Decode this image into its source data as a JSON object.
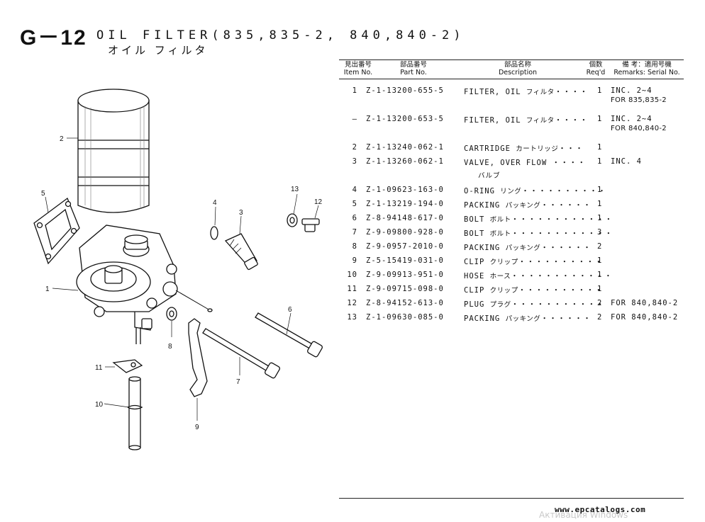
{
  "header": {
    "section_code": "G－12",
    "title_en": "OIL FILTER(835,835-2, 840,840-2)",
    "title_jp": "オイル フィルタ"
  },
  "table": {
    "columns": [
      {
        "jp": "見出番号",
        "en": "Item No."
      },
      {
        "jp": "部品番号",
        "en": "Part No."
      },
      {
        "jp": "部品名称",
        "en": "Description"
      },
      {
        "jp": "個数",
        "en": "Req'd"
      },
      {
        "jp": "備 考：適用号機",
        "en": "Remarks: Serial No."
      }
    ],
    "rows": [
      {
        "item": "1",
        "part": "Z-1-13200-655-5",
        "desc": "FILTER, OIL",
        "jp": "フィルタ",
        "dots": "・・・・",
        "qty": "1",
        "remark": "INC. 2~4",
        "remark2": "FOR 835,835-2"
      },
      {
        "item": "—",
        "part": "Z-1-13200-653-5",
        "desc": "FILTER, OIL",
        "jp": "フィルタ",
        "dots": "・・・・",
        "qty": "1",
        "remark": "INC. 2~4",
        "remark2": "FOR 840,840-2"
      },
      {
        "item": "2",
        "part": "Z-1-13240-062-1",
        "desc": "CARTRIDGE",
        "jp": "カートリッジ",
        "dots": "・・・",
        "qty": "1",
        "remark": "",
        "remark2": ""
      },
      {
        "item": "3",
        "part": "Z-1-13260-062-1",
        "desc": "VALVE, OVER FLOW",
        "jp": "",
        "dots": "・・・・",
        "qty": "1",
        "remark": "INC. 4",
        "remark2": "",
        "jp_below": "バルブ"
      },
      {
        "item": "4",
        "part": "Z-1-09623-163-0",
        "desc": "O-RING",
        "jp": "リング",
        "dots": "・・・・・・・・・・",
        "qty": "1",
        "remark": "",
        "remark2": ""
      },
      {
        "item": "5",
        "part": "Z-1-13219-194-0",
        "desc": "PACKING",
        "jp": "パッキング",
        "dots": "・・・・・・",
        "qty": "1",
        "remark": "",
        "remark2": ""
      },
      {
        "item": "6",
        "part": "Z-8-94148-617-0",
        "desc": "BOLT",
        "jp": "ボルト",
        "dots": "・・・・・・・・・・・・",
        "qty": "1",
        "remark": "",
        "remark2": ""
      },
      {
        "item": "7",
        "part": "Z-9-09800-928-0",
        "desc": "BOLT",
        "jp": "ボルト",
        "dots": "・・・・・・・・・・・・",
        "qty": "3",
        "remark": "",
        "remark2": ""
      },
      {
        "item": "8",
        "part": "Z-9-0957-2010-0",
        "desc": "PACKING",
        "jp": "パッキング",
        "dots": "・・・・・・",
        "qty": "2",
        "remark": "",
        "remark2": ""
      },
      {
        "item": "9",
        "part": "Z-5-15419-031-0",
        "desc": "CLIP",
        "jp": "クリップ",
        "dots": "・・・・・・・・・・",
        "qty": "1",
        "remark": "",
        "remark2": ""
      },
      {
        "item": "10",
        "part": "Z-9-09913-951-0",
        "desc": "HOSE",
        "jp": "ホース",
        "dots": "・・・・・・・・・・・・",
        "qty": "1",
        "remark": "",
        "remark2": ""
      },
      {
        "item": "11",
        "part": "Z-9-09715-098-0",
        "desc": "CLIP",
        "jp": "クリップ",
        "dots": "・・・・・・・・・・",
        "qty": "1",
        "remark": "",
        "remark2": ""
      },
      {
        "item": "12",
        "part": "Z-8-94152-613-0",
        "desc": "PLUG",
        "jp": "プラグ",
        "dots": "・・・・・・・・・・・",
        "qty": "2",
        "remark": "FOR 840,840-2",
        "remark2": ""
      },
      {
        "item": "13",
        "part": "Z-1-09630-085-0",
        "desc": "PACKING",
        "jp": "パッキング",
        "dots": "・・・・・・",
        "qty": "2",
        "remark": "FOR 840,840-2",
        "remark2": ""
      }
    ]
  },
  "diagram": {
    "callouts": [
      "1",
      "2",
      "3",
      "4",
      "5",
      "6",
      "7",
      "8",
      "9",
      "10",
      "11",
      "12",
      "13"
    ]
  },
  "footer": {
    "watermark": "Активация Windows",
    "site": "www.epcatalogs.com"
  }
}
